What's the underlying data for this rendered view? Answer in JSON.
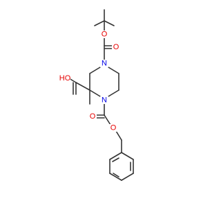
{
  "molecule": {
    "colors": {
      "carbon": "#333333",
      "oxygen": "#e60000",
      "nitrogen": "#0000e6"
    },
    "labels": {
      "boc_ether_o": "O",
      "boc_carbonyl_o": "O",
      "ring_n_top": "N",
      "hydroxyl": "HO",
      "ring_n_bottom": "N",
      "cbz_carbonyl_o": "O",
      "cbz_ether_o": "O"
    }
  }
}
